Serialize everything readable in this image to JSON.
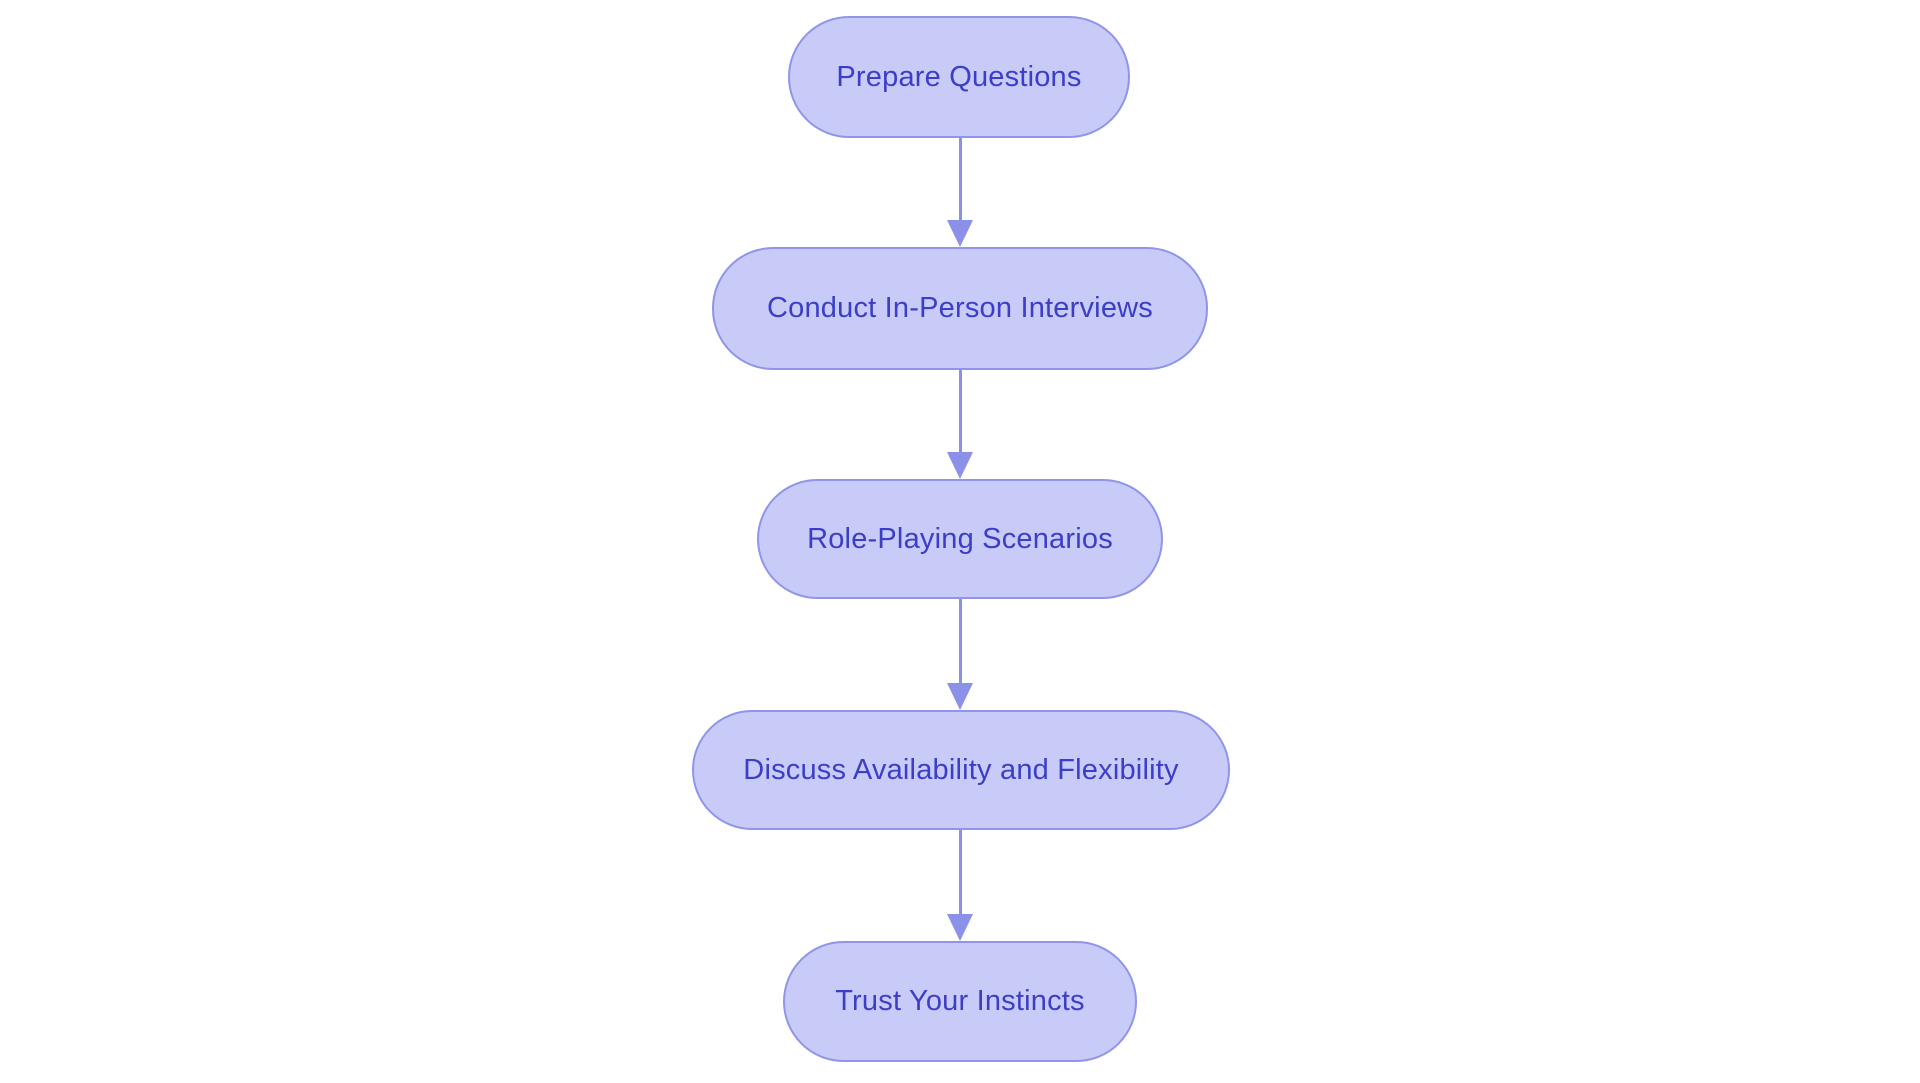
{
  "diagram": {
    "type": "flowchart",
    "direction": "top-down",
    "colors": {
      "background": "#ffffff",
      "node_fill": "#c8caf8",
      "node_border": "#9095e9",
      "node_text": "#3b3ec6",
      "arrow": "#8b90e9"
    },
    "nodes": [
      {
        "id": "prepare-questions",
        "label": "Prepare Questions"
      },
      {
        "id": "conduct-in-person-interviews",
        "label": "Conduct In-Person Interviews"
      },
      {
        "id": "role-playing-scenarios",
        "label": "Role-Playing Scenarios"
      },
      {
        "id": "discuss-availability-and-flexibility",
        "label": "Discuss Availability and Flexibility"
      },
      {
        "id": "trust-your-instincts",
        "label": "Trust Your Instincts"
      }
    ],
    "edges": [
      {
        "from": "prepare-questions",
        "to": "conduct-in-person-interviews"
      },
      {
        "from": "conduct-in-person-interviews",
        "to": "role-playing-scenarios"
      },
      {
        "from": "role-playing-scenarios",
        "to": "discuss-availability-and-flexibility"
      },
      {
        "from": "discuss-availability-and-flexibility",
        "to": "trust-your-instincts"
      }
    ]
  }
}
